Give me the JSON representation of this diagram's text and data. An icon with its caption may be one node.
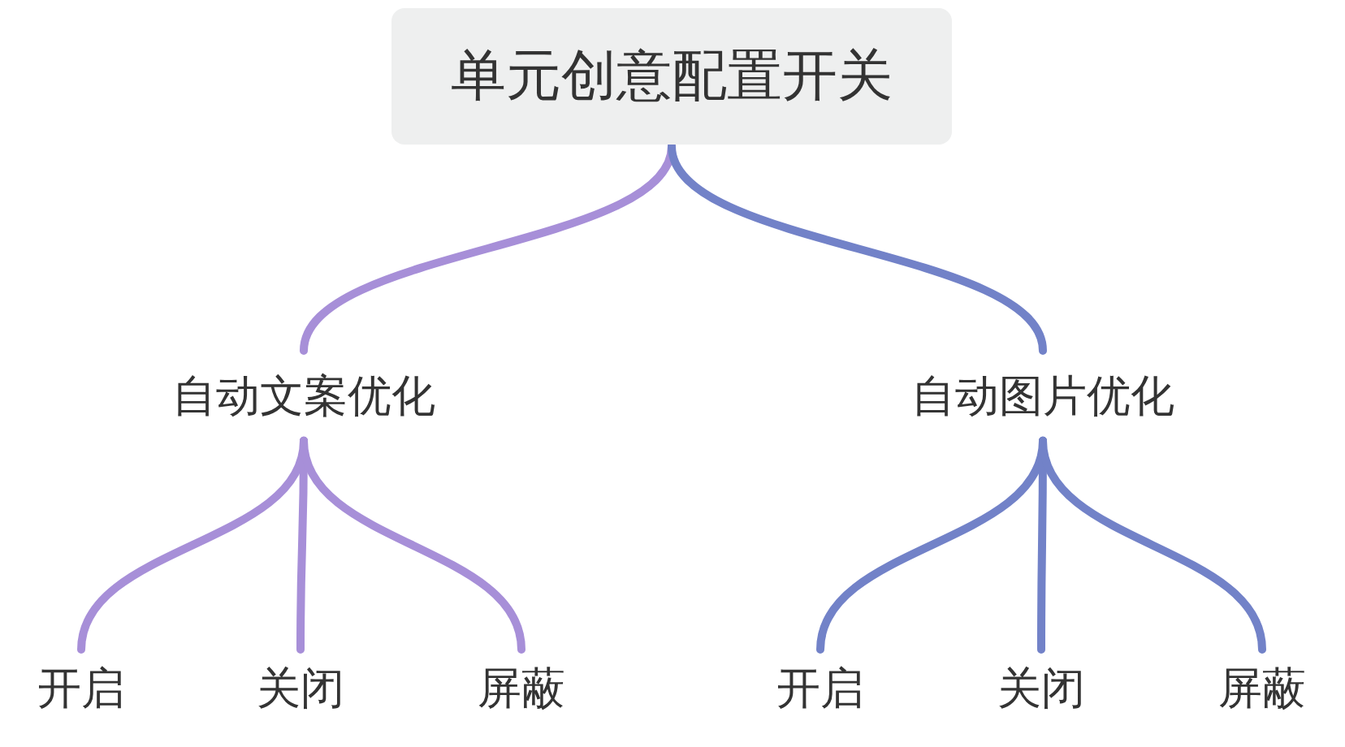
{
  "diagram": {
    "nodes": [
      {
        "text": [
          "单元创意配置开关"
        ]
      },
      {
        "text": [
          "自动文案优化"
        ]
      },
      {
        "text": [
          "自动图片优化"
        ]
      },
      {
        "text": [
          "开启"
        ]
      },
      {
        "text": [
          "关闭"
        ]
      },
      {
        "text": [
          "屏蔽"
        ]
      },
      {
        "text": [
          "开启"
        ]
      },
      {
        "text": [
          "关闭"
        ]
      },
      {
        "text": [
          "屏蔽"
        ]
      }
    ],
    "edges": [
      {
        "from": 0,
        "to": 1,
        "arrow": "none",
        "color": "#a78fd8"
      },
      {
        "from": 0,
        "to": 2,
        "arrow": "none",
        "color": "#7282c8"
      },
      {
        "from": 1,
        "to": 3,
        "arrow": "none",
        "color": "#a78fd8"
      },
      {
        "from": 1,
        "to": 4,
        "arrow": "none",
        "color": "#a78fd8"
      },
      {
        "from": 1,
        "to": 5,
        "arrow": "none",
        "color": "#a78fd8"
      },
      {
        "from": 2,
        "to": 6,
        "arrow": "none",
        "color": "#7282c8"
      },
      {
        "from": 2,
        "to": 7,
        "arrow": "none",
        "color": "#7282c8"
      },
      {
        "from": 2,
        "to": 8,
        "arrow": "none",
        "color": "#7282c8"
      }
    ]
  }
}
